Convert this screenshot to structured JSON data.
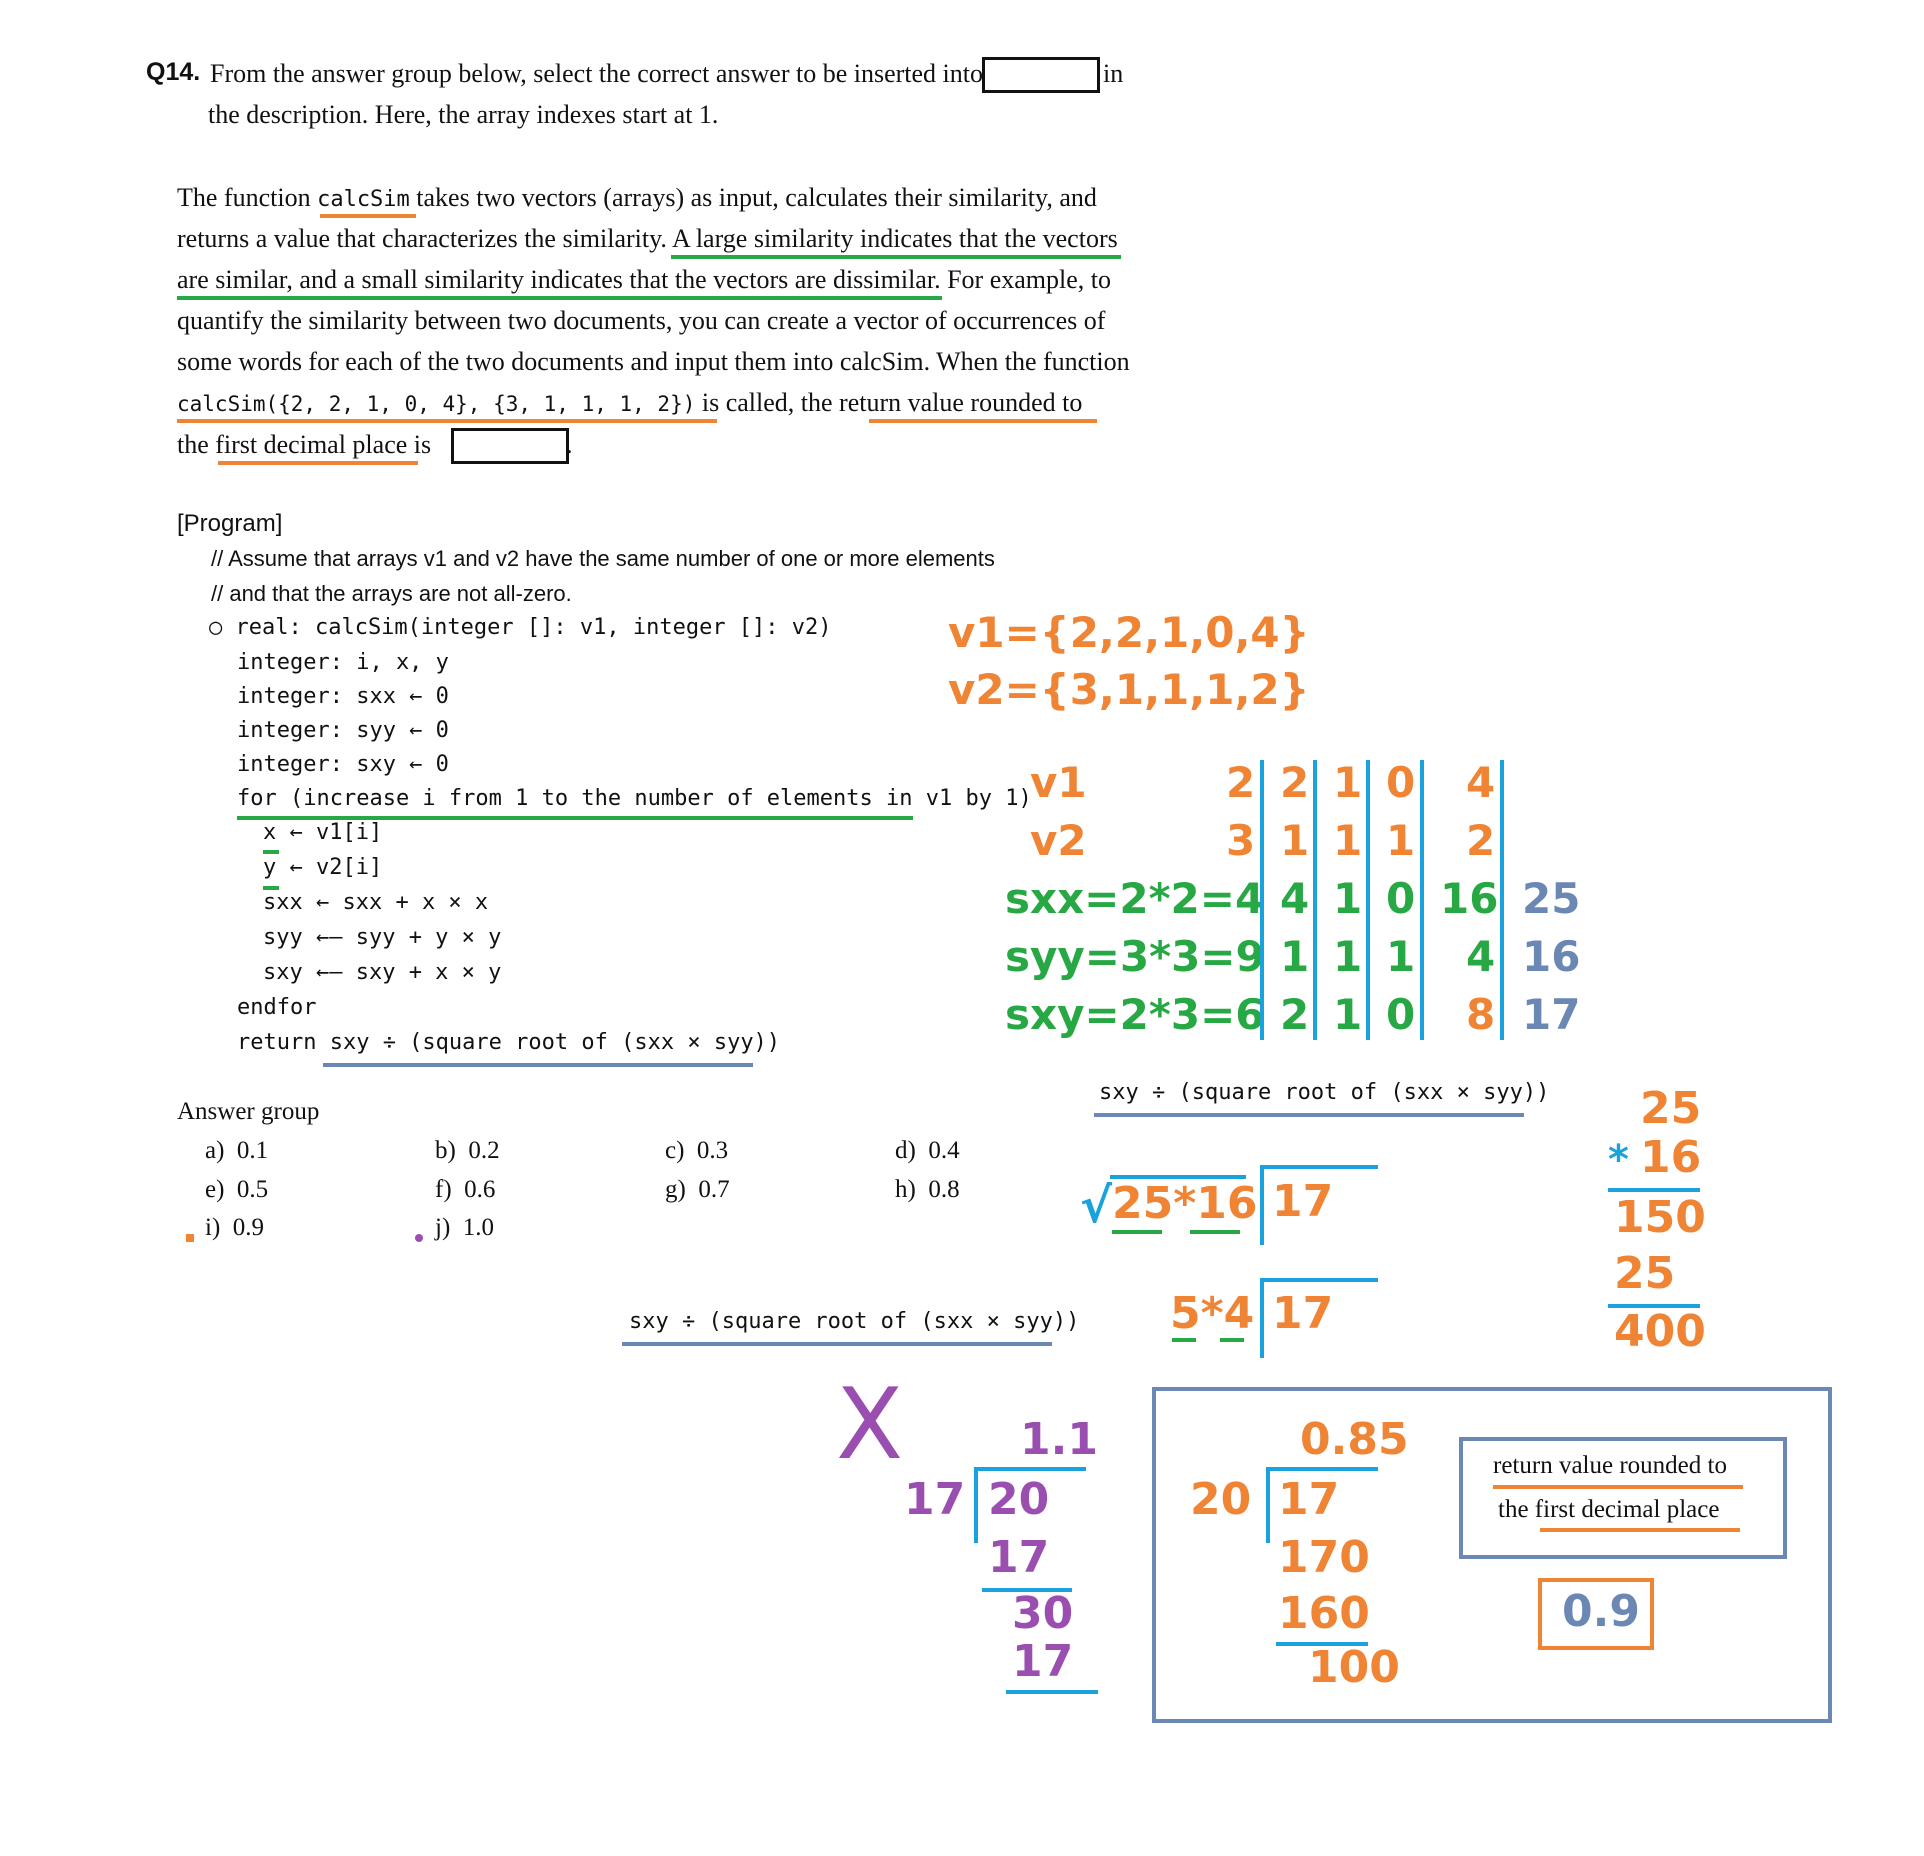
{
  "question": {
    "label": "Q14.",
    "line1": "From the answer group below, select the correct answer to be inserted into",
    "line1_tail": "in",
    "line2": "the description. Here, the array indexes start at 1."
  },
  "description": {
    "l1a": "The function ",
    "l1b": "calcSim",
    "l1c": " takes two vectors (arrays) as input, calculates their similarity, and",
    "l2": "returns a value that characterizes the similarity. A large similarity indicates that the vectors",
    "l3": "are similar, and a small similarity indicates that the vectors are dissimilar. For example, to",
    "l4": "quantify the similarity between two documents, you can create a vector of occurrences of",
    "l5": "some words for each of the two documents and input them into calcSim.  When the function",
    "l6a": "calcSim({2, 2, 1, 0, 4}, {3, 1, 1, 1, 2})",
    "l6b": " is called, the return value rounded to",
    "l7a": "the first decimal place is",
    "l7b": "."
  },
  "program": {
    "header": "[Program]",
    "comment1": "//  Assume that arrays v1 and v2 have the same number of one or more elements",
    "comment2": "//  and that the arrays are not all-zero.",
    "lines": [
      "○ real: calcSim(integer []: v1, integer []: v2)",
      "integer: i, x, y",
      "integer: sxx ← 0",
      "integer: syy ← 0",
      "integer: sxy ← 0",
      "for (increase i from 1 to the number of elements in v1 by 1)",
      "x ← v1[i]",
      "y ← v2[i]",
      "sxx ← sxx + x × x",
      "syy ←— syy + y × y",
      "sxy ←— sxy + x × y",
      "endfor",
      "return sxy ÷ (square root of (sxx × syy))"
    ]
  },
  "answers": {
    "header": "Answer group",
    "items": [
      {
        "letter": "a)",
        "value": "0.1"
      },
      {
        "letter": "b)",
        "value": "0.2"
      },
      {
        "letter": "c)",
        "value": "0.3"
      },
      {
        "letter": "d)",
        "value": "0.4"
      },
      {
        "letter": "e)",
        "value": "0.5"
      },
      {
        "letter": "f)",
        "value": "0.6"
      },
      {
        "letter": "g)",
        "value": "0.7"
      },
      {
        "letter": "h)",
        "value": "0.8"
      },
      {
        "letter": "i)",
        "value": "0.9"
      },
      {
        "letter": "j)",
        "value": "1.0"
      }
    ]
  },
  "notes": {
    "v1_def": "v1={2,2,1,0,4}",
    "v2_def": "v2={3,1,1,1,2}",
    "table": {
      "row_labels": [
        "v1",
        "v2",
        "sxx=2*2=4",
        "syy=3*3=9",
        "sxy=2*3=6"
      ],
      "v1": [
        "2",
        "2",
        "1",
        "0",
        "4"
      ],
      "v2": [
        "3",
        "1",
        "1",
        "1",
        "2"
      ],
      "sxx": [
        "4",
        "1",
        "0",
        "16"
      ],
      "syy": [
        "1",
        "1",
        "1",
        "4"
      ],
      "sxy": [
        "2",
        "1",
        "0",
        "8"
      ],
      "totals": [
        "25",
        "16",
        "17"
      ]
    },
    "formula": "sxy ÷ (square root of (sxx × syy))",
    "formula2": "sxy ÷ (square root of (sxx × syy))",
    "sqrt_expr": "25*16",
    "sqrt_num": "17",
    "simp_expr": "5*4",
    "simp_num": "17",
    "mult": {
      "a": "25",
      "op": "*",
      "b": "16",
      "p1": "150",
      "p2": "25",
      "result": "400"
    },
    "wrong_mark": "X",
    "wrong_div": {
      "divisor": "17",
      "quotient": "1.1",
      "dividend": "20",
      "s1": "17",
      "r1": "30",
      "s2": "17"
    },
    "right_div": {
      "divisor": "20",
      "quotient": "0.85",
      "dividend": "17",
      "r1": "170",
      "s1": "160",
      "r2": "100"
    },
    "note_line1": "return value rounded to",
    "note_line2": "the first decimal place",
    "answer": "0.9"
  }
}
